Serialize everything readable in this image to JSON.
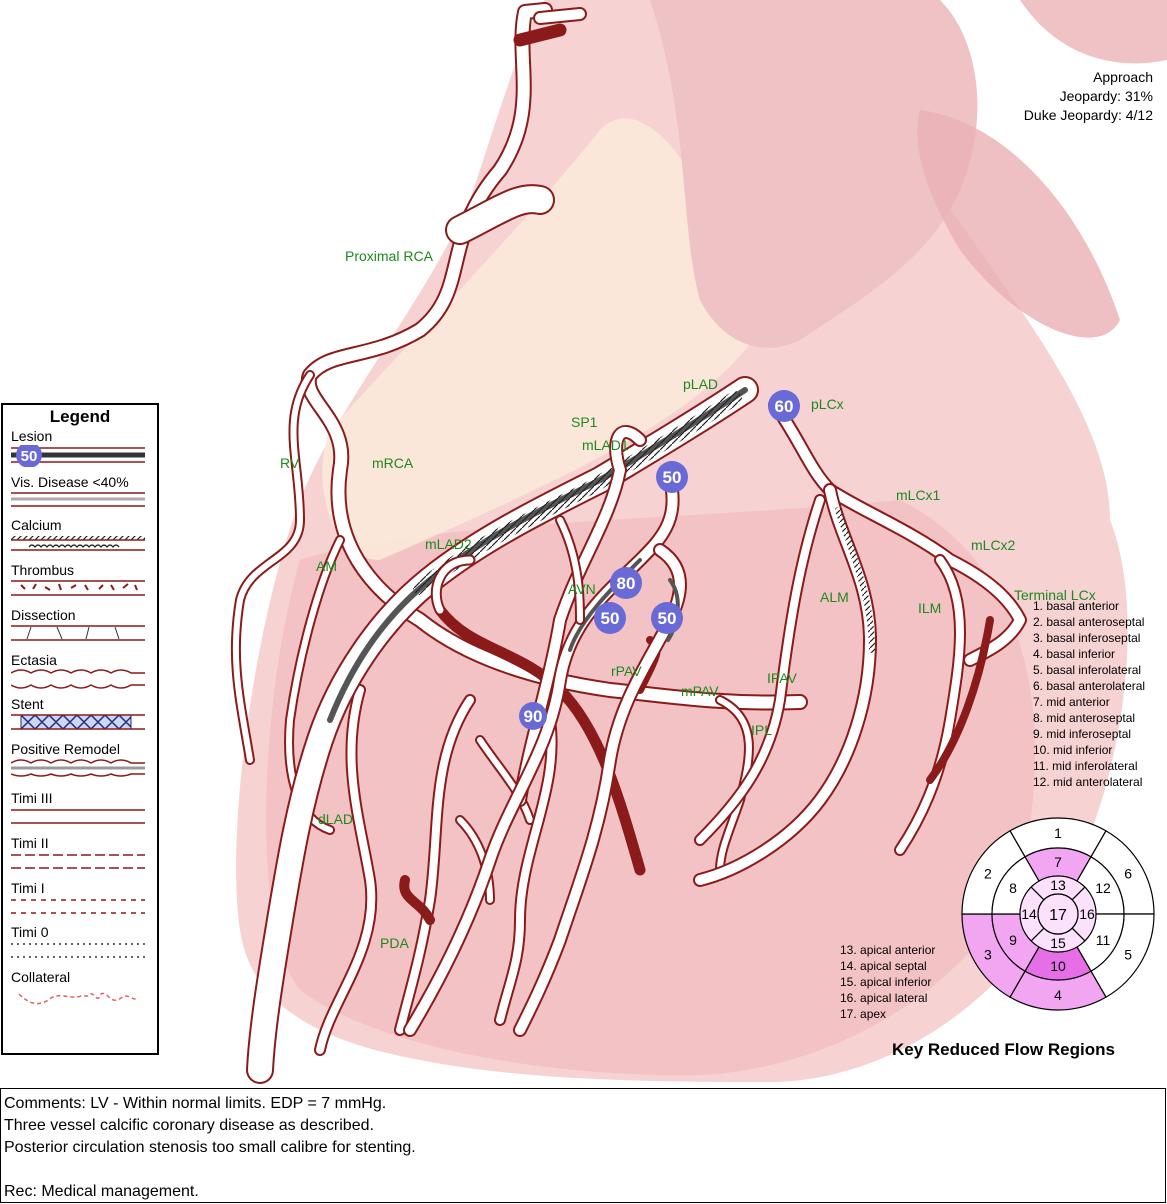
{
  "jeopardy": {
    "approach_line1": "Approach",
    "approach_line2": "Jeopardy:  31%",
    "duke": "Duke Jeopardy:  4/12"
  },
  "vessels": {
    "proximal_rca": "Proximal RCA",
    "plad": "pLAD",
    "plcx": "pLCx",
    "sp1": "SP1",
    "mlad1": "mLAD1",
    "rv": "RV",
    "mrca": "mRCA",
    "mlcx1": "mLCx1",
    "mlcx2": "mLCx2",
    "terminal_lcx": "Terminal LCx",
    "am": "AM",
    "mlad2": "mLAD2",
    "avn": "AVN",
    "alm": "ALM",
    "ilm": "ILM",
    "rpav": "rPAV",
    "mpav": "mPAV",
    "ipav": "IPAV",
    "ipl": "IPL",
    "dlad": "dLAD",
    "pda": "PDA"
  },
  "lesions": [
    {
      "id": "plcx",
      "value": "60"
    },
    {
      "id": "mlad1",
      "value": "50"
    },
    {
      "id": "avn-upper",
      "value": "80"
    },
    {
      "id": "avn-lower",
      "value": "50"
    },
    {
      "id": "branch",
      "value": "50"
    },
    {
      "id": "rpav",
      "value": "90"
    }
  ],
  "legend": {
    "title": "Legend",
    "lesion_badge": "50",
    "items": [
      {
        "label": "Lesion"
      },
      {
        "label": "Vis. Disease <40%"
      },
      {
        "label": "Calcium"
      },
      {
        "label": "Thrombus"
      },
      {
        "label": "Dissection"
      },
      {
        "label": "Ectasia"
      },
      {
        "label": "Stent"
      },
      {
        "label": "Positive Remodel"
      },
      {
        "label": "Timi III"
      },
      {
        "label": "Timi II"
      },
      {
        "label": "Timi I"
      },
      {
        "label": "Timi 0"
      },
      {
        "label": "Collateral"
      }
    ]
  },
  "regions": {
    "list_a": [
      "1. basal anterior",
      "2. basal anteroseptal",
      "3. basal inferoseptal",
      "4. basal inferior",
      "5. basal inferolateral",
      "6. basal anterolateral",
      "7. mid anterior",
      "8. mid anteroseptal",
      "9. mid inferoseptal",
      "10. mid inferior",
      "11. mid inferolateral",
      "12. mid anterolateral"
    ],
    "list_b": [
      "13. apical anterior",
      "14. apical septal",
      "15. apical inferior",
      "16. apical lateral",
      "17. apex"
    ],
    "title": "Key Reduced Flow Regions"
  },
  "bullseye": {
    "colors": {
      "none": "#ffffff",
      "light": "#fbe1fb",
      "medium": "#f2a6f2",
      "strong": "#e66ee6"
    },
    "segments": [
      {
        "n": "1",
        "shade": "none"
      },
      {
        "n": "2",
        "shade": "none"
      },
      {
        "n": "3",
        "shade": "medium"
      },
      {
        "n": "4",
        "shade": "medium"
      },
      {
        "n": "5",
        "shade": "none"
      },
      {
        "n": "6",
        "shade": "none"
      },
      {
        "n": "7",
        "shade": "medium"
      },
      {
        "n": "8",
        "shade": "none"
      },
      {
        "n": "9",
        "shade": "medium"
      },
      {
        "n": "10",
        "shade": "strong"
      },
      {
        "n": "11",
        "shade": "none"
      },
      {
        "n": "12",
        "shade": "none"
      },
      {
        "n": "13",
        "shade": "light"
      },
      {
        "n": "14",
        "shade": "light"
      },
      {
        "n": "15",
        "shade": "light"
      },
      {
        "n": "16",
        "shade": "light"
      },
      {
        "n": "17",
        "shade": "light"
      }
    ]
  },
  "comments": {
    "line1": "Comments:  LV - Within normal limits.  EDP = 7 mmHg.",
    "line2": "Three vessel calcific coronary disease as described.",
    "line3": "Posterior circulation stenosis too small calibre for stenting.",
    "line4": "Rec:  Medical management."
  }
}
